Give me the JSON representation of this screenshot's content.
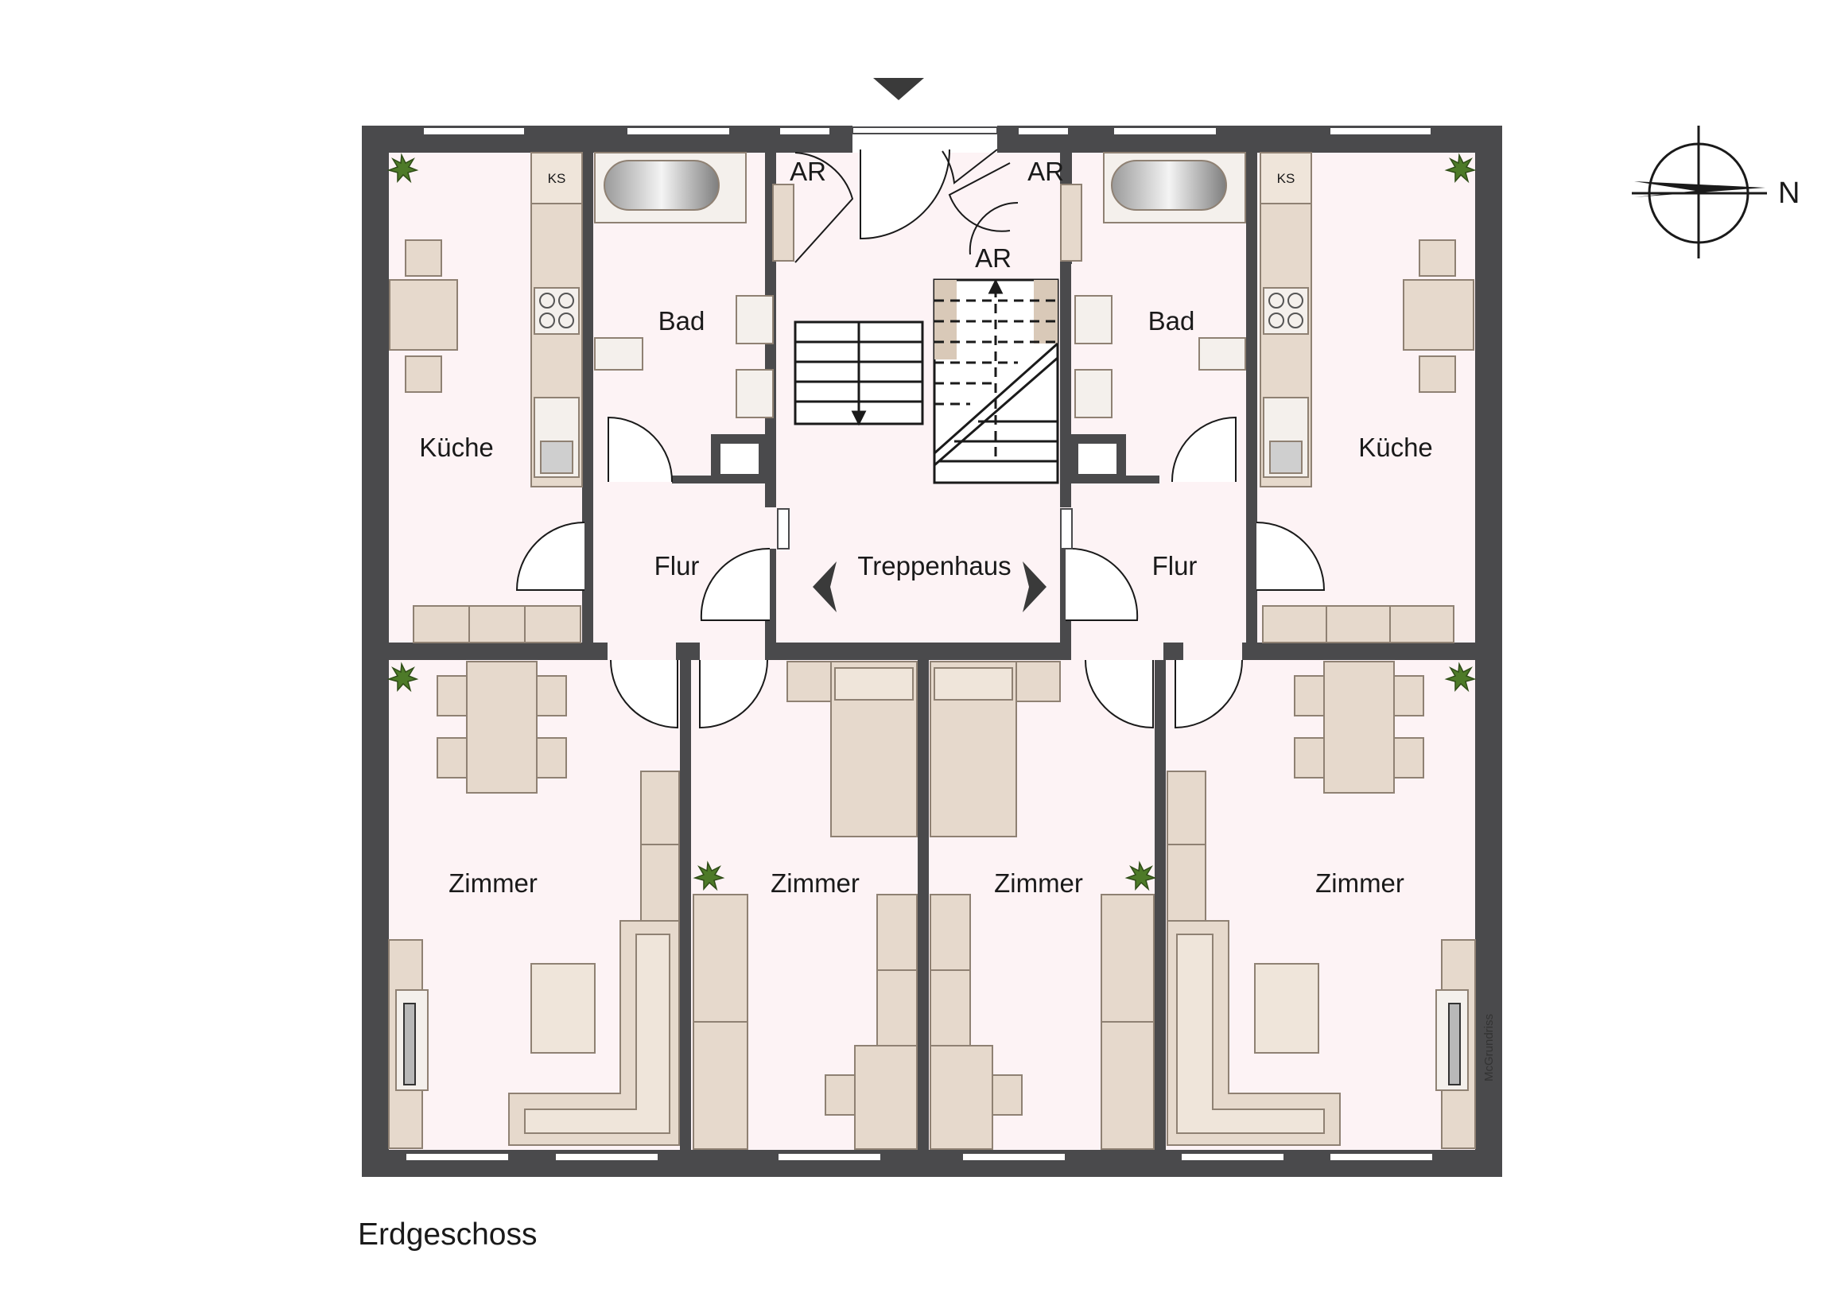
{
  "floor_label": "Erdgeschoss",
  "brand": "McGrundriss",
  "compass": {
    "north_label": "N",
    "icon": "compass-rose-icon"
  },
  "rooms": {
    "kueche_left": "Küche",
    "bad_left": "Bad",
    "ar_left": "AR",
    "ar_right": "AR",
    "ar_stair": "AR",
    "bad_right": "Bad",
    "kueche_right": "Küche",
    "flur_left": "Flur",
    "treppenhaus": "Treppenhaus",
    "flur_right": "Flur",
    "zimmer_1": "Zimmer",
    "zimmer_2": "Zimmer",
    "zimmer_3": "Zimmer",
    "zimmer_4": "Zimmer"
  },
  "fixtures": {
    "ks_left": "KS",
    "ks_right": "KS"
  },
  "colors": {
    "wall": "#4a4a4c",
    "floor": "#fdf3f5",
    "furniture": "#e6d9cc",
    "furniture_stroke": "#8f8173",
    "plant": "#4d7a28"
  }
}
